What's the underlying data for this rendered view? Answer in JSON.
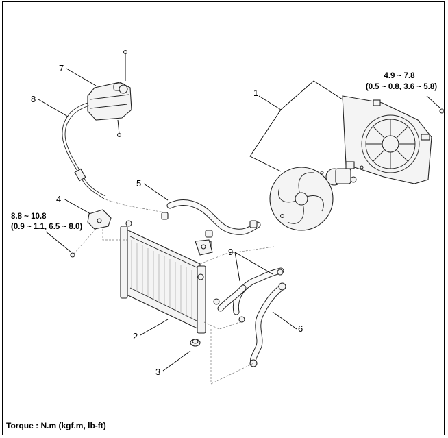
{
  "callouts": [
    {
      "id": "1",
      "text": "1"
    },
    {
      "id": "2",
      "text": "2"
    },
    {
      "id": "3",
      "text": "3"
    },
    {
      "id": "4",
      "text": "4"
    },
    {
      "id": "5",
      "text": "5"
    },
    {
      "id": "6",
      "text": "6"
    },
    {
      "id": "7",
      "text": "7"
    },
    {
      "id": "8",
      "text": "8"
    },
    {
      "id": "9",
      "text": "9"
    }
  ],
  "torque_specs": {
    "fan_bolt": {
      "line1": "4.9 ~ 7.8",
      "line2": "(0.5 ~ 0.8, 3.6 ~ 5.8)"
    },
    "bracket_bolt": {
      "line1": "8.8 ~ 10.8",
      "line2": "(0.9 ~ 1.1, 6.5 ~ 8.0)"
    }
  },
  "footer": {
    "torque_units": "Torque : N.m (kgf.m, lb-ft)"
  }
}
